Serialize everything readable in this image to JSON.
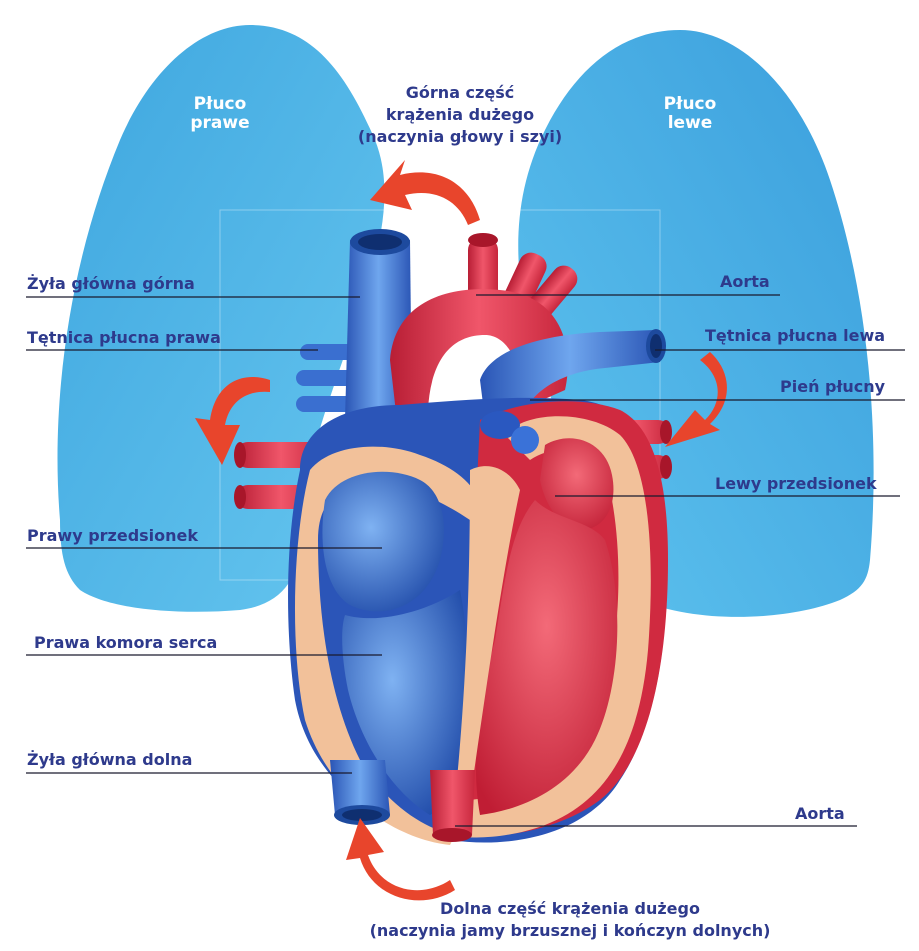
{
  "lungs": {
    "right_line1": "Płuco",
    "right_line2": "prawe",
    "left_line1": "Płuco",
    "left_line2": "lewe"
  },
  "circulation": {
    "upper_line1": "Górna część",
    "upper_line2": "krążenia dużego",
    "upper_line3": "(naczynia głowy i szyi)",
    "lower_line1": "Dolna część krążenia dużego",
    "lower_line2": "(naczynia jamy brzusznej i kończyn dolnych)"
  },
  "labels": {
    "vena_cava_superior": "Żyła główna górna",
    "right_pulmonary_artery": "Tętnica płucna prawa",
    "right_atrium": "Prawy przedsionek",
    "right_ventricle": "Prawa komora serca",
    "vena_cava_inferior": "Żyła główna dolna",
    "aorta_top": "Aorta",
    "left_pulmonary_artery": "Tętnica płucna lewa",
    "pulmonary_trunk": "Pień płucny",
    "left_atrium": "Lewy przedsionek",
    "aorta_bottom": "Aorta"
  },
  "colors": {
    "lung": "#4fb3e6",
    "label_text": "#2e3a8c",
    "arrow": "#e8452c",
    "artery_red": "#e0344a",
    "vein_blue": "#2f5fc0",
    "myocardium": "#f2c19a"
  }
}
